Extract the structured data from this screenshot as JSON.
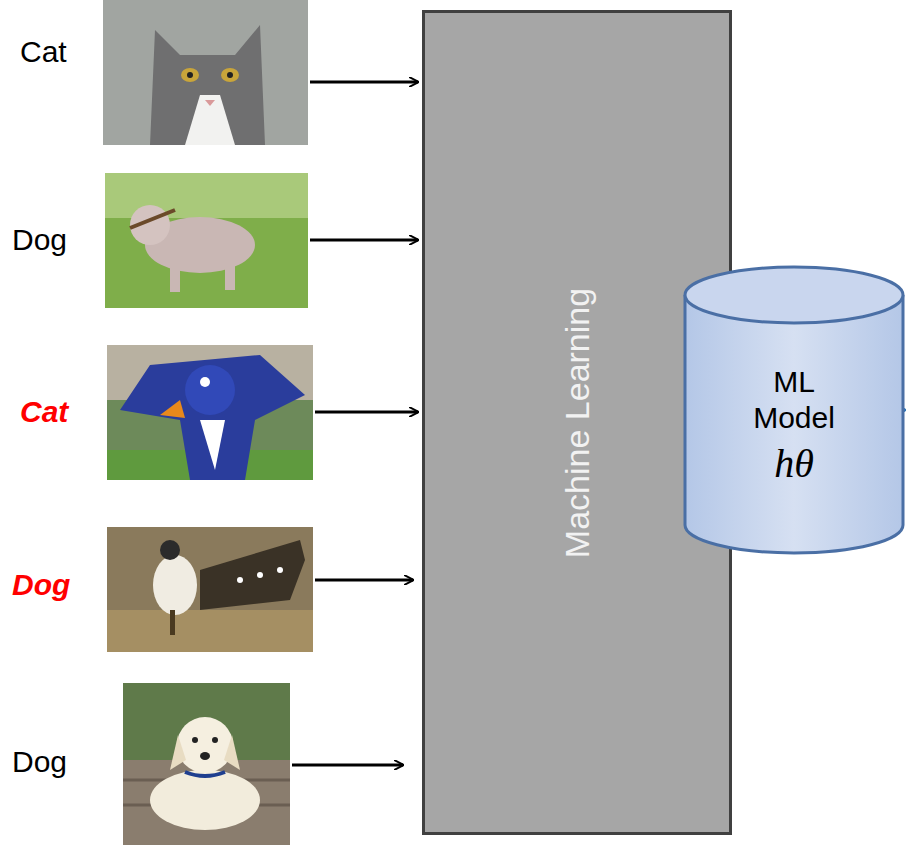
{
  "diagram": {
    "nodes": [
      {
        "text": [
          "Machine Learning"
        ]
      },
      {
        "text": [
          "ML Model",
          "hθ"
        ]
      }
    ],
    "edges": [
      {
        "from": 0,
        "to": 1,
        "arrow": "to"
      }
    ],
    "labels": [
      "Cat",
      "Dog",
      "Cat",
      "Dog",
      "Dog"
    ]
  }
}
